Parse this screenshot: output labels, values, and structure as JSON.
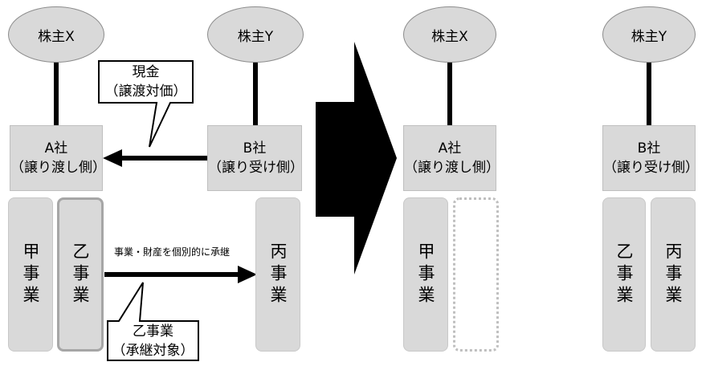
{
  "left": {
    "shareholder_x": "株主X",
    "shareholder_y": "株主Y",
    "company_a": {
      "name": "A社",
      "role": "（譲り渡し側）"
    },
    "company_b": {
      "name": "B社",
      "role": "（譲り受け側）"
    },
    "cash_callout": {
      "line1": "現金",
      "line2": "（譲渡対価）"
    },
    "business_ko_callout": {
      "line1": "乙事業",
      "line2": "（承継対象）"
    },
    "transfer_label": "事業・財産を個別的に承継",
    "businesses": {
      "kou": "甲事業",
      "otsu": "乙事業",
      "hei": "丙事業"
    }
  },
  "right": {
    "shareholder_x": "株主X",
    "shareholder_y": "株主Y",
    "company_a": {
      "name": "A社",
      "role": "（譲り渡し側）"
    },
    "company_b": {
      "name": "B社",
      "role": "（譲り受け側）"
    },
    "businesses": {
      "kou": "甲事業",
      "otsu": "乙事業",
      "hei": "丙事業"
    }
  },
  "colors": {
    "box_fill": "#d9d9d9",
    "line": "#000000",
    "dotted": "#bfbfbf"
  }
}
